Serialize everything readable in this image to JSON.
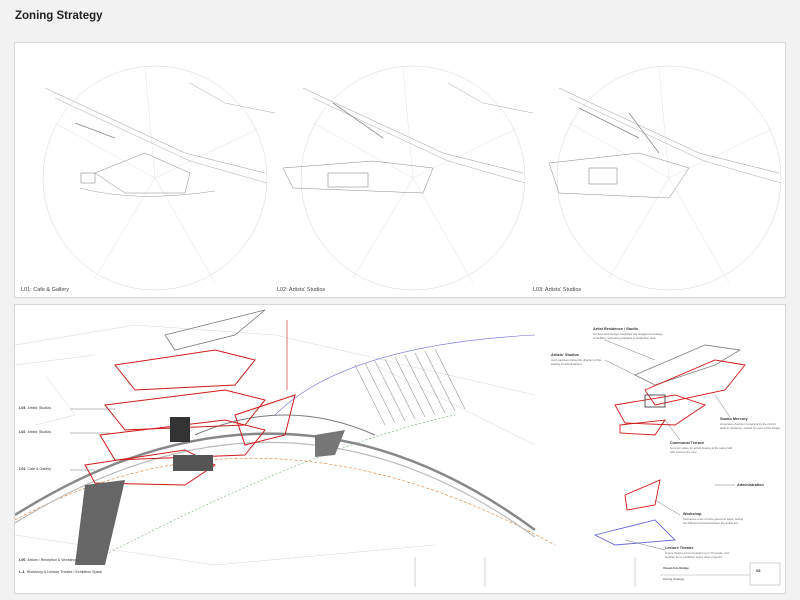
{
  "header": {
    "title": "Zoning Strategy"
  },
  "plans": [
    {
      "caption": "L01: Cafe & Gallery"
    },
    {
      "caption": "L02: Artists' Studios"
    },
    {
      "caption": "L03: Artists' Studios"
    }
  ],
  "levels": {
    "l03": {
      "code": "L03",
      "name": "Artists' Studios"
    },
    "l02": {
      "code": "L02",
      "name": "Artists' Studios"
    },
    "l01": {
      "code": "L01",
      "name": "Cafe & Gallery"
    },
    "l00": {
      "code": "L00",
      "name": "Atrium / Reception & Workshop"
    },
    "lm1": {
      "code": "L-1",
      "name": "Workshop & Lecture Theatre / Exhibition Space"
    }
  },
  "annotations": {
    "residence": {
      "title": "Artist Residence / Studio",
      "desc": "furniture and storage integrated into staggered envelope of building, minimising artefacts to break floor area."
    },
    "studios": {
      "title": "Artists' Studios",
      "desc": "room partitions follow the direction of the leading structural batons."
    },
    "mercury": {
      "title": "Studio Mercury",
      "desc": "showcase of works in progress by the current artist in residence, viewed by users of the bridge."
    },
    "terrace": {
      "title": "Communal Terrace",
      "desc": "common space for artists looking at the same field, with views to the river."
    },
    "admin": {
      "title": "Administration"
    },
    "workshop": {
      "title": "Workshop",
      "desc": "mezzanine a set of more generous steps, linking the different of levels between the artists are."
    },
    "lecture": {
      "title": "Lecture Theatre",
      "desc": "lecture theatre accommodates up to 70 people, and doubles as an exhibition space when required."
    }
  },
  "title_block": {
    "project": "Visual Arts Bridge",
    "subtitle": "Zoning Strategy",
    "sheet": "08"
  },
  "colors": {
    "outline": "#d11a1a",
    "line": "#8a8a8a",
    "circulation": "#6a6ad8",
    "path_green": "#3a9a3a",
    "path_orange": "#e07a2a"
  }
}
